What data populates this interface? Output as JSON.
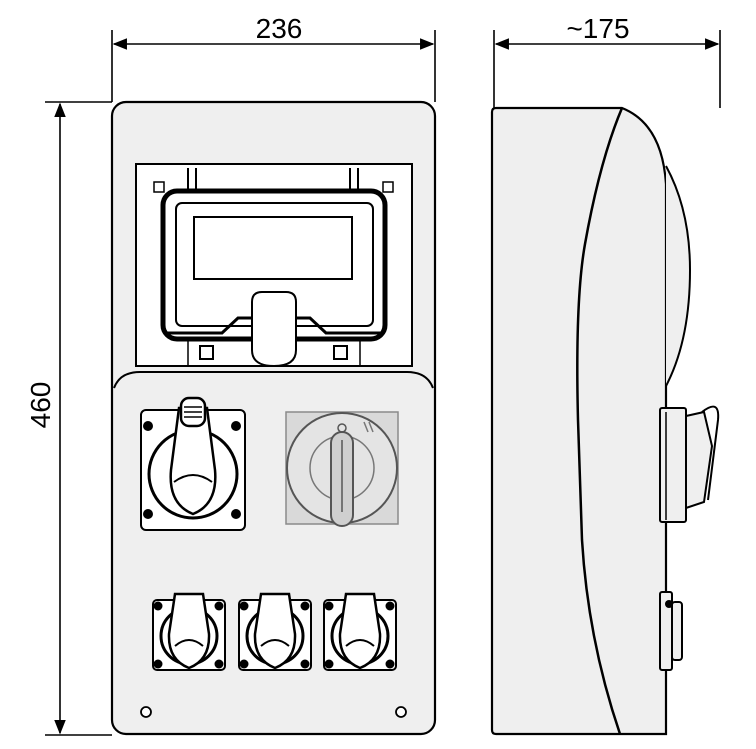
{
  "dimensions": {
    "width": "236",
    "depth": "~175",
    "height": "460"
  },
  "colors": {
    "line": "#000000",
    "body_fill": "#efefef",
    "panel_fill": "#ffffff",
    "switch_fill": "#d9d9d9"
  }
}
